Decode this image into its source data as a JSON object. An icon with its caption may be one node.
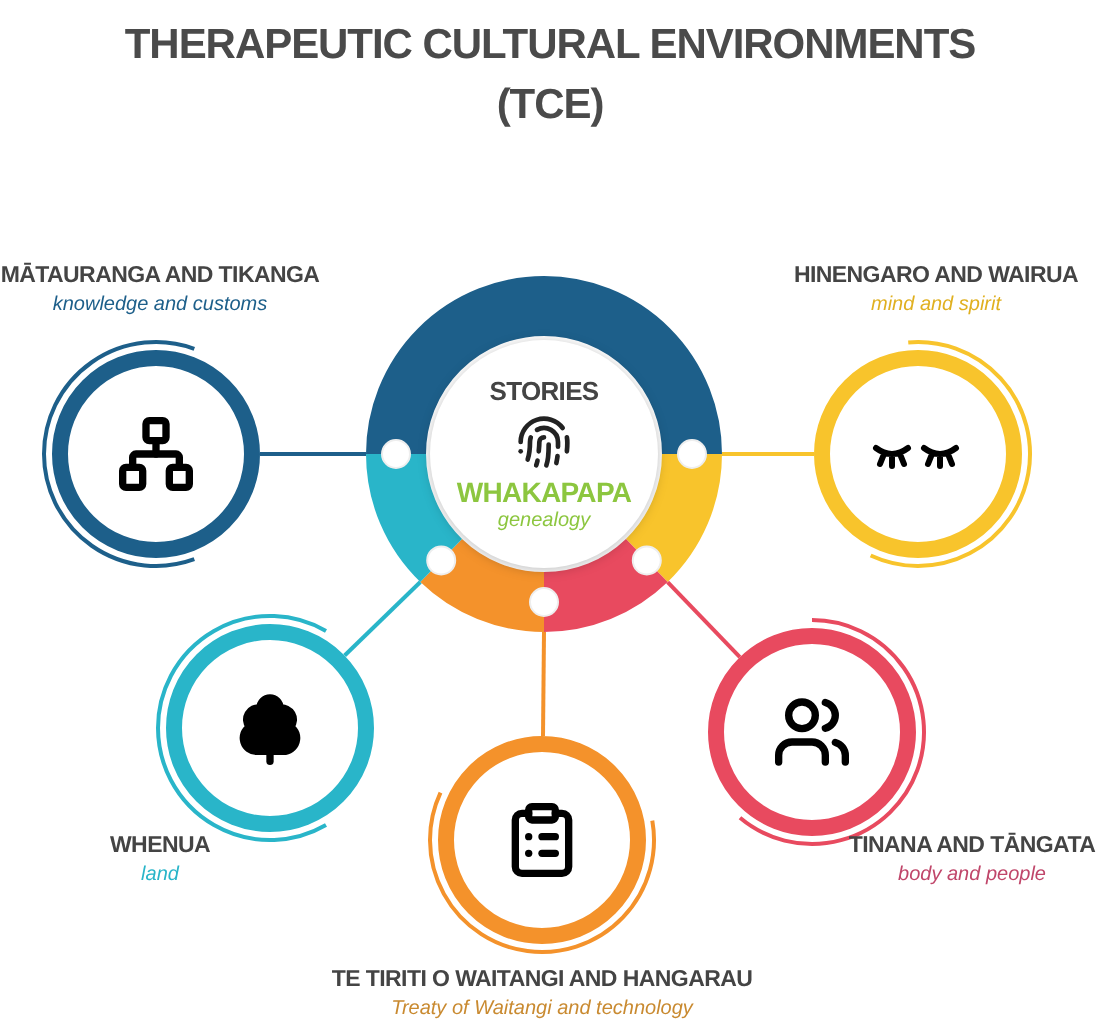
{
  "diagram": {
    "title": "THERAPEUTIC CULTURAL ENVIRONMENTS (TCE)",
    "nodes": [
      {
        "text": [
          "STORIES",
          "WHAKAPAPA",
          "genealogy"
        ]
      },
      {
        "text": [
          "MĀTAURANGA AND TIKANGA",
          "knowledge and customs"
        ]
      },
      {
        "text": [
          "HINENGARO AND WAIRUA",
          "mind and spirit"
        ]
      },
      {
        "text": [
          "WHENUA",
          "land"
        ]
      },
      {
        "text": [
          "TE TIRITI O WAITANGI AND HANGARAU",
          "Treaty of Waitangi and technology"
        ]
      },
      {
        "text": [
          "TINANA AND TĀNGATA",
          "body and people"
        ]
      }
    ],
    "edges": [
      {
        "from": 0,
        "to": 1,
        "arrow": "none",
        "color": "#1d5f8a"
      },
      {
        "from": 0,
        "to": 2,
        "arrow": "none",
        "color": "#f8c42c"
      },
      {
        "from": 0,
        "to": 3,
        "arrow": "none",
        "color": "#29b5c9"
      },
      {
        "from": 0,
        "to": 4,
        "arrow": "none",
        "color": "#f4922b"
      },
      {
        "from": 0,
        "to": 5,
        "arrow": "none",
        "color": "#e84a5f"
      }
    ]
  }
}
